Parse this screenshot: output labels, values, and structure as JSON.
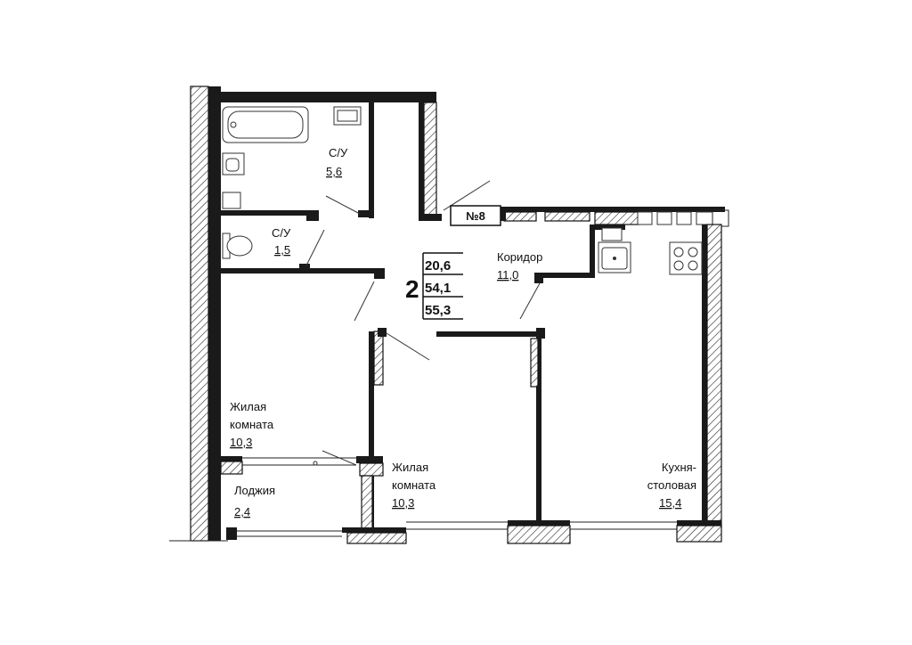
{
  "plan": {
    "apartment_number": "№8",
    "rooms_count": "2",
    "areas": {
      "living": "20,6",
      "total": "54,1",
      "total_with_loggia": "55,3"
    }
  },
  "rooms": {
    "bathroom": {
      "name": "С/У",
      "area": "5,6"
    },
    "wc": {
      "name": "С/У",
      "area": "1,5"
    },
    "corridor": {
      "name": "Коридор",
      "area": "11,0"
    },
    "living1": {
      "name_line1": "Жилая",
      "name_line2": "комната",
      "area": "10,3"
    },
    "living2": {
      "name_line1": "Жилая",
      "name_line2": "комната",
      "area": "10,3"
    },
    "kitchen": {
      "name_line1": "Кухня-",
      "name_line2": "столовая",
      "area": "15,4"
    },
    "loggia": {
      "name": "Лоджия",
      "area": "2,4"
    }
  }
}
